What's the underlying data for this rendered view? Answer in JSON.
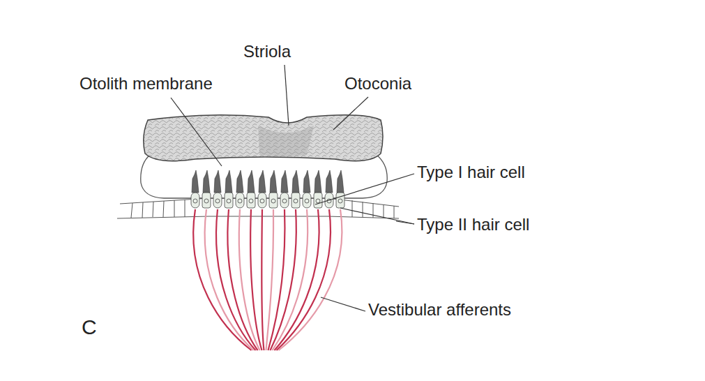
{
  "diagram": {
    "labels": [
      "Striola",
      "Otolith membrane",
      "Otoconia",
      "Type I hair cell",
      "Type II hair cell",
      "Vestibular afferents",
      "C"
    ]
  }
}
